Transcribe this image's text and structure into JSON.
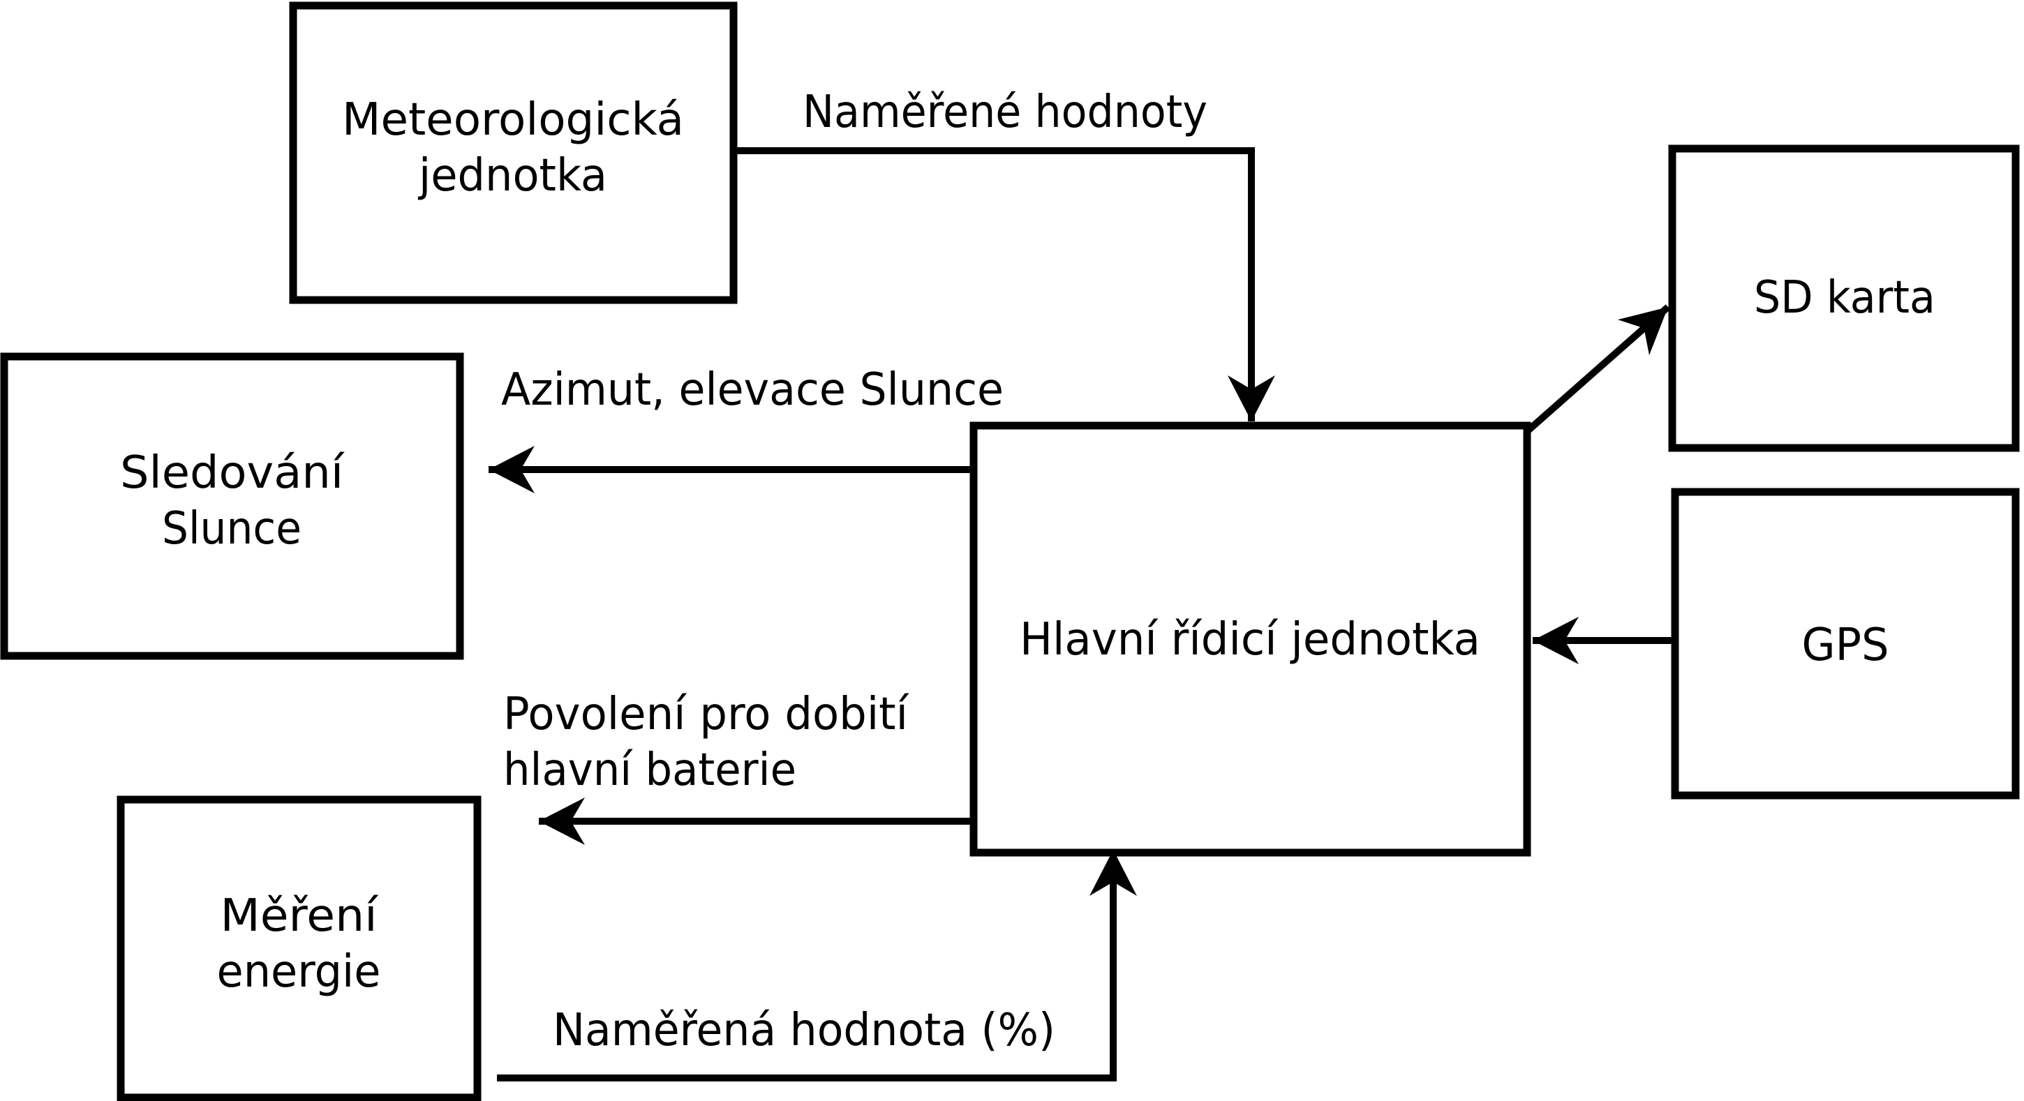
{
  "diagram": {
    "colors": {
      "background": "#ffffff",
      "line": "#000000",
      "box_fill": "#ffffff"
    },
    "nodes": [
      {
        "id": "meteorological-unit",
        "line1": "Meteorologická",
        "line2": "jednotka"
      },
      {
        "id": "sun-tracking",
        "line1": "Sledování",
        "line2": "Slunce"
      },
      {
        "id": "energy-measurement",
        "line1": "Měření",
        "line2": "energie"
      },
      {
        "id": "main-control-unit",
        "label": "Hlavní řídicí jednotka"
      },
      {
        "id": "sd-card",
        "label": "SD karta"
      },
      {
        "id": "gps",
        "label": "GPS"
      }
    ],
    "edges": [
      {
        "from": "meteorological-unit",
        "to": "main-control-unit",
        "label": "Naměřené hodnoty"
      },
      {
        "from": "main-control-unit",
        "to": "sun-tracking",
        "label": "Azimut, elevace Slunce"
      },
      {
        "from": "main-control-unit",
        "label_line1": "Povolení pro dobití",
        "label_line2": "hlavní baterie"
      },
      {
        "from": "energy-measurement",
        "to": "main-control-unit",
        "label": "Naměřená hodnota (%)"
      },
      {
        "from": "main-control-unit",
        "to": "sd-card",
        "label": ""
      },
      {
        "from": "gps",
        "to": "main-control-unit",
        "label": ""
      }
    ]
  }
}
